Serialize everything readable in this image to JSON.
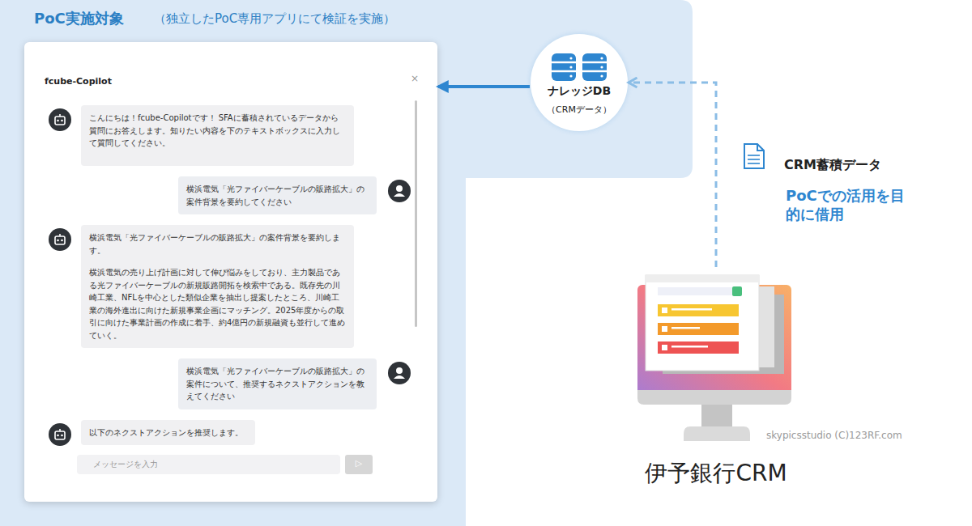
{
  "diagram": {
    "nodes": [
      {
        "text": [
          "PoC実施対象",
          "（独立したPoC専用アプリにて検証を実施）"
        ]
      },
      {
        "text": [
          "fcube-Copilot"
        ],
        "in": 0
      },
      {
        "text": [
          "こんにちは！fcube-Copilotです！ SFAに蓄積されているデータから質問にお答えします。知りたい内容を下のテキストボックスに入力して質問してください。"
        ],
        "in": 1
      },
      {
        "text": [
          "横浜電気「光ファイバーケーブルの販路拡大」の案件背景を要約してください"
        ],
        "in": 1
      },
      {
        "text": [
          "横浜電気「光ファイバーケーブルの販路拡大」の案件背景を要約します。",
          "横浜電気の売り上げ計画に対して伸び悩みをしており、主力製品である光ファイバーケーブルの新規販路開拓を検索中である。既存先の川崎工業、NFLを中心とした類似企業を抽出し提案したところ、川崎工業の海外進出に向けた新規事業企画にマッチング。2025年度からの取引に向けた事業計画の作成に着手、約4億円の新規融資も並行して進めていく。"
        ],
        "in": 1
      },
      {
        "text": [
          "横浜電気「光ファイバーケーブルの販路拡大」の案件について、推奨するネクストアクションを教えてください"
        ],
        "in": 1
      },
      {
        "text": [
          "以下のネクストアクションを推奨します。"
        ],
        "in": 1
      },
      {
        "text": [
          "メッセージを入力"
        ],
        "in": 1
      },
      {
        "text": [
          "▷"
        ],
        "in": 1
      },
      {
        "text": [
          "ナレッジDB",
          "（CRMデータ）"
        ],
        "in": 0
      },
      {
        "text": [
          "伊予銀行CRM"
        ]
      }
    ],
    "edges": [
      {
        "from": 9,
        "to": 1,
        "arrow": "to"
      },
      {
        "from": 10,
        "to": 9,
        "arrow": "to"
      }
    ],
    "labels": [
      "×",
      "CRM蓄積データ",
      "PoCでの活用を目的に借用",
      "skypicsstudio (C)123RF.com"
    ]
  }
}
